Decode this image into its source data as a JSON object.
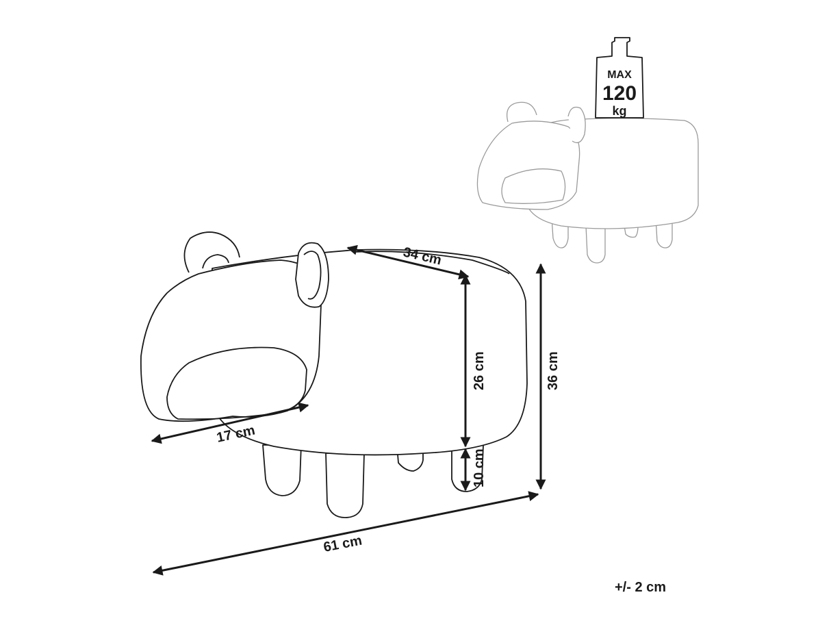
{
  "weight_badge": {
    "line1": "MAX",
    "line2": "120",
    "line3": "kg"
  },
  "dimensions": {
    "depth": "34 cm",
    "seat_height": "26 cm",
    "total_height": "36 cm",
    "leg_height": "10 cm",
    "head_depth": "17 cm",
    "length": "61 cm"
  },
  "tolerance": "+/- 2 cm"
}
